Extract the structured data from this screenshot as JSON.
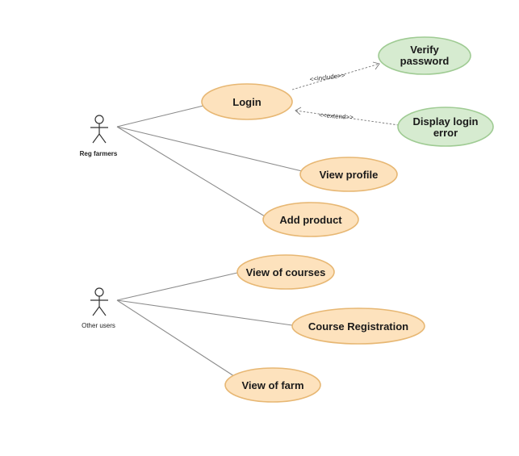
{
  "actors": {
    "reg_farmers": "Reg farmers",
    "other_users": "Other users"
  },
  "use_cases": {
    "login": "Login",
    "verify_password": [
      "Verify",
      "password"
    ],
    "display_login_error": [
      "Display login",
      "error"
    ],
    "view_profile": "View profile",
    "add_product": "Add product",
    "view_of_courses": "View of courses",
    "course_registration": "Course Registration",
    "view_of_farm": "View of farm"
  },
  "relations": {
    "include": "<<include>>",
    "extend": "<<extend>>"
  },
  "colors": {
    "use_case_fill": "#fde2bd",
    "use_case_stroke": "#e7b773",
    "extension_fill": "#d6ebd0",
    "extension_stroke": "#9fcb93"
  }
}
